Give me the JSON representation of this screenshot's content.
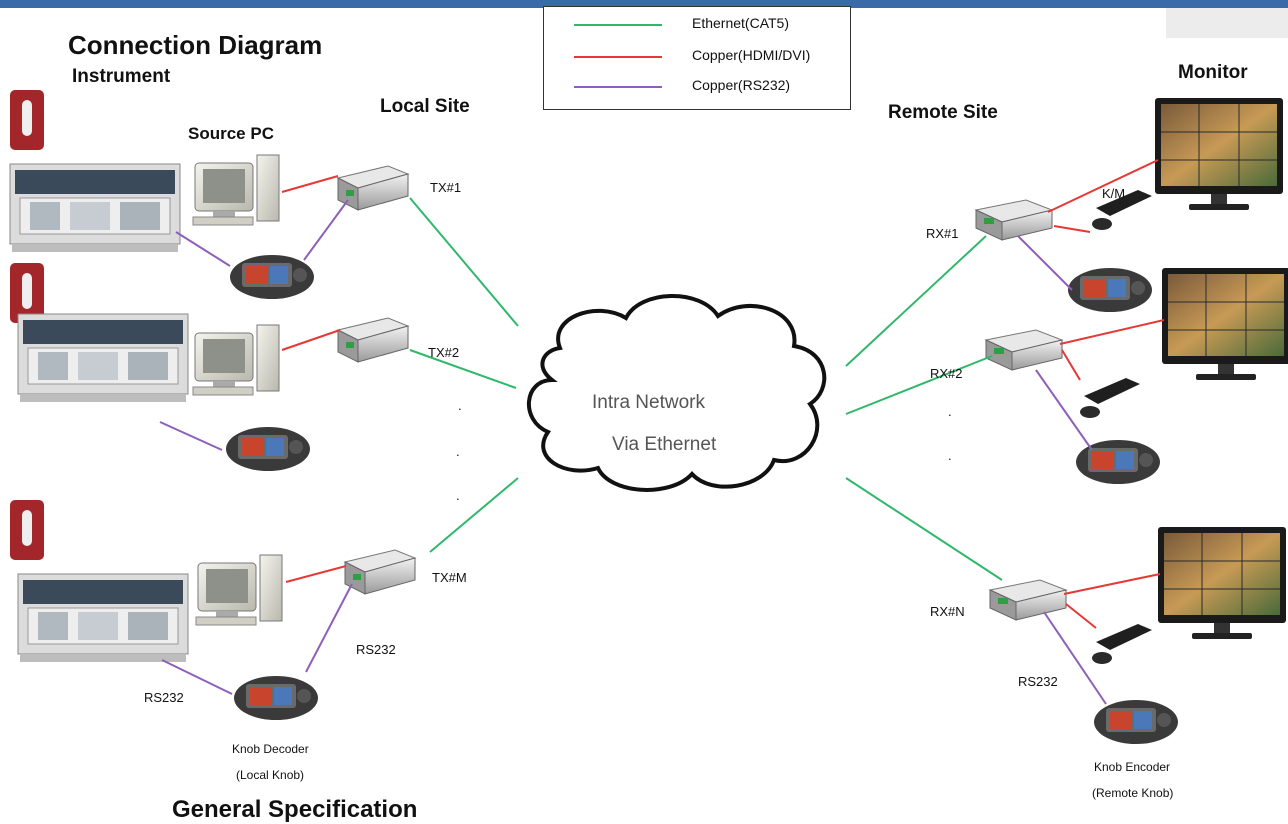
{
  "header": {
    "title": "Connection Diagram",
    "instrument_label": "Instrument",
    "source_pc_label": "Source PC",
    "local_site_label": "Local Site",
    "remote_site_label": "Remote Site",
    "monitor_label": "Monitor",
    "footer_heading": "General Specification"
  },
  "legend": {
    "items": [
      {
        "label": "Ethernet(CAT5)",
        "color": "#2fb86a"
      },
      {
        "label": "Copper(HDMI/DVI)",
        "color": "#e53935"
      },
      {
        "label": "Copper(RS232)",
        "color": "#8e5fb8"
      }
    ]
  },
  "cloud": {
    "line1": "Intra Network",
    "line2": "Via Ethernet"
  },
  "local": {
    "tx1": "TX#1",
    "tx2": "TX#2",
    "txm": "TX#M",
    "rs232_a": "RS232",
    "rs232_b": "RS232",
    "knob_decoder": "Knob Decoder",
    "knob_decoder_sub": "(Local Knob)",
    "dot": "."
  },
  "remote": {
    "rx1": "RX#1",
    "rx2": "RX#2",
    "rxn": "RX#N",
    "km": "K/M",
    "rs232": "RS232",
    "knob_encoder": "Knob Encoder",
    "knob_encoder_sub": "(Remote Knob)",
    "dot": "."
  },
  "colors": {
    "ethernet": "#2fb86a",
    "hdmi": "#e53935",
    "rs232": "#8e5fb8",
    "header_bar": "#3b6aa8"
  }
}
